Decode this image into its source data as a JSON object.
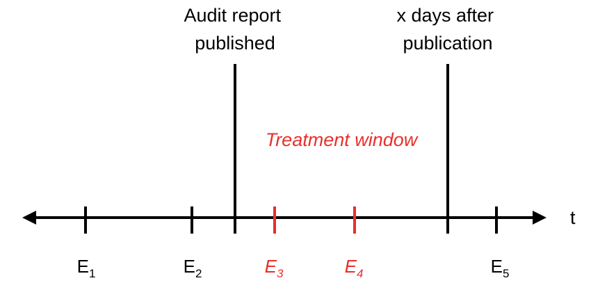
{
  "colors": {
    "axis": "#000000",
    "highlight": "#e8302a"
  },
  "axis": {
    "label": "t"
  },
  "markers": [
    {
      "id": "audit",
      "lines": [
        "Audit report",
        "published"
      ]
    },
    {
      "id": "xdays",
      "lines": [
        "x days after",
        "publication"
      ]
    }
  ],
  "treatment_window": {
    "label": "Treatment window"
  },
  "events": [
    {
      "letter": "E",
      "sub": "1",
      "highlight": false
    },
    {
      "letter": "E",
      "sub": "2",
      "highlight": false
    },
    {
      "letter": "E",
      "sub": "3",
      "highlight": true
    },
    {
      "letter": "E",
      "sub": "4",
      "highlight": true
    },
    {
      "letter": "E",
      "sub": "5",
      "highlight": false
    }
  ]
}
